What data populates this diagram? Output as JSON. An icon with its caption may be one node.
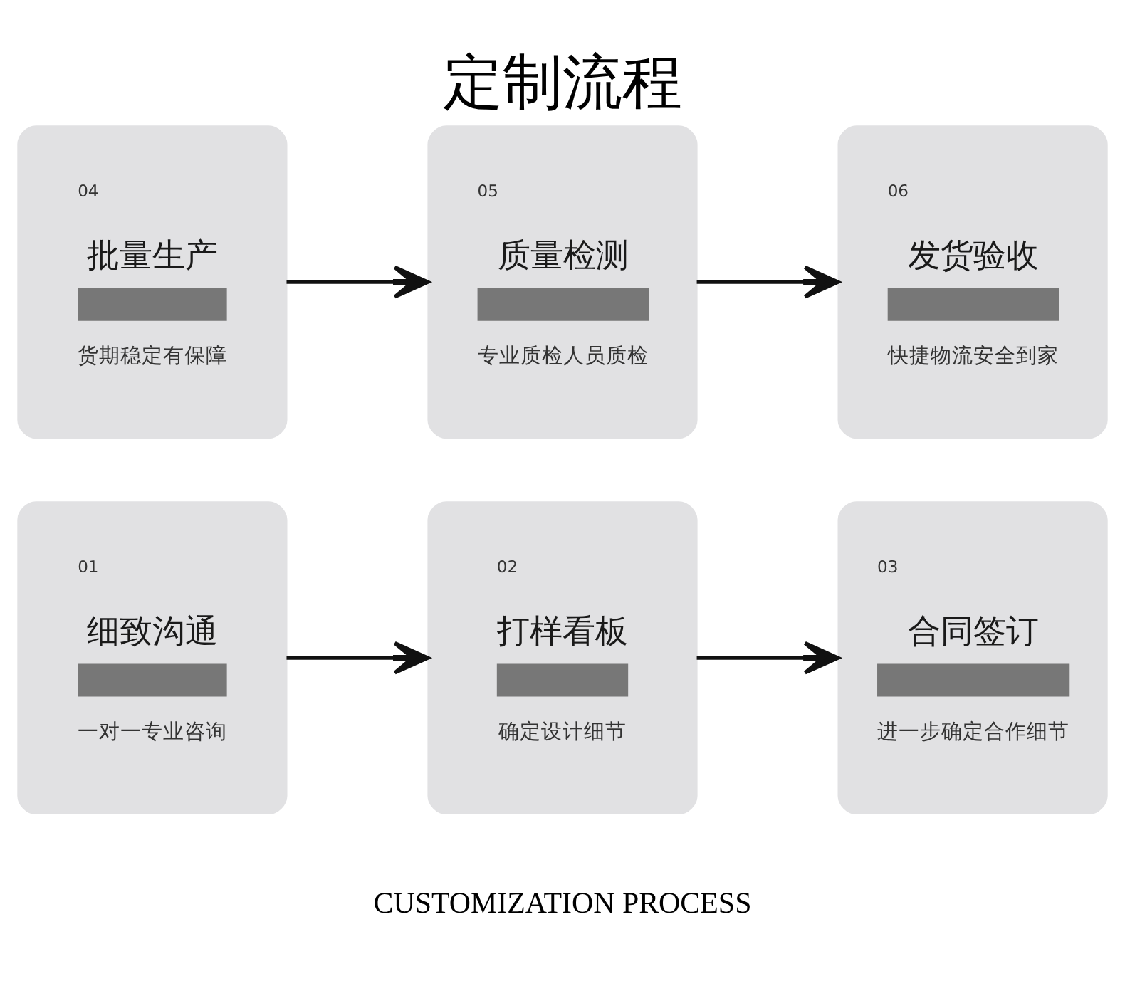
{
  "diagram": {
    "title": "定制流程",
    "nodes": [
      {
        "text": [
          "01",
          "细致沟通",
          "一对一专业咨询"
        ]
      },
      {
        "text": [
          "02",
          "打样看板",
          "确定设计细节"
        ]
      },
      {
        "text": [
          "03",
          "合同签订",
          "进一步确定合作细节"
        ]
      },
      {
        "text": [
          "04",
          "批量生产",
          "货期稳定有保障"
        ]
      },
      {
        "text": [
          "05",
          "质量检测",
          "专业质检人员质检"
        ]
      },
      {
        "text": [
          "06",
          "发货验收",
          "快捷物流安全到家"
        ]
      }
    ],
    "edges": [
      {
        "from": 0,
        "to": 1,
        "arrow": "to"
      },
      {
        "from": 1,
        "to": 2,
        "arrow": "to"
      },
      {
        "from": 3,
        "to": 4,
        "arrow": "to"
      },
      {
        "from": 4,
        "to": 5,
        "arrow": "to"
      }
    ],
    "labels": [
      "CUSTOMIZATION PROCESS"
    ]
  }
}
